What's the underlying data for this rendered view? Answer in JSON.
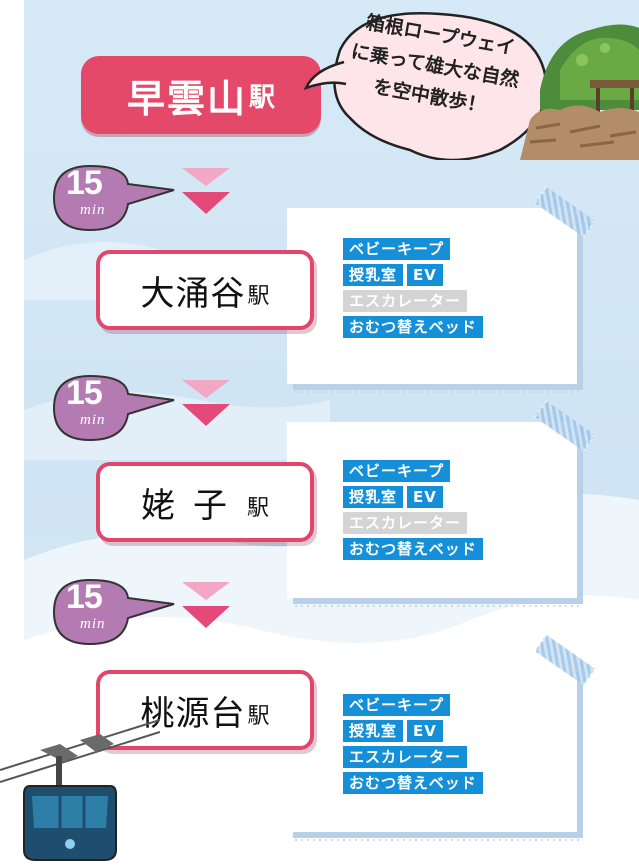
{
  "start_station": {
    "name": "早雲山",
    "suffix": "駅"
  },
  "bubble": {
    "lines": [
      "箱根ロープウェイ",
      "に乗って雄大な自然",
      "を空中散歩！"
    ]
  },
  "time_badges": [
    {
      "number": "15",
      "unit": "min"
    },
    {
      "number": "15",
      "unit": "min"
    },
    {
      "number": "15",
      "unit": "min"
    }
  ],
  "stations": [
    {
      "name": "大涌谷",
      "suffix": "駅",
      "facilities": {
        "baby_keep": "ベビーキープ",
        "nursing_room": "授乳室",
        "ev": "EV",
        "escalator": "エスカレーター",
        "diaper_bed": "おむつ替えベッド"
      },
      "escalator_available": false
    },
    {
      "name": "姥子",
      "suffix": "駅",
      "facilities": {
        "baby_keep": "ベビーキープ",
        "nursing_room": "授乳室",
        "ev": "EV",
        "escalator": "エスカレーター",
        "diaper_bed": "おむつ替えベッド"
      },
      "escalator_available": false
    },
    {
      "name": "桃源台",
      "suffix": "駅",
      "facilities": {
        "baby_keep": "ベビーキープ",
        "nursing_room": "授乳室",
        "ev": "EV",
        "escalator": "エスカレーター",
        "diaper_bed": "おむつ替えベッド"
      },
      "escalator_available": true
    }
  ],
  "colors": {
    "station_pink": "#e5496a",
    "badge_purple": "#b47bb3",
    "tag_blue": "#1590d8",
    "tag_disabled": "#d4d4d4",
    "sky": "#d6e9f6"
  },
  "icons": [
    "down-arrow-icon",
    "ropeway-gondola-icon",
    "speech-bubble-icon",
    "mountain-scenery-icon"
  ]
}
